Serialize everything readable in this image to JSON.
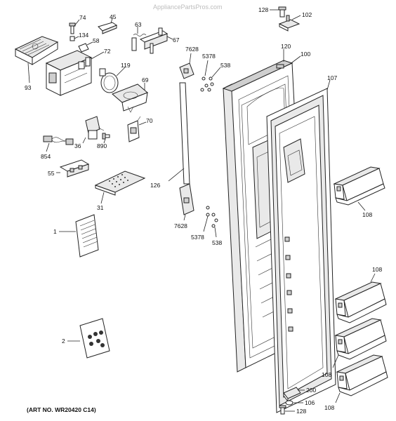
{
  "watermark": "AppliancePartsPros.com",
  "art_number": "(ART NO. WR20420 C14)",
  "labels": {
    "p74": "74",
    "p45": "45",
    "p58": "58",
    "p134": "134",
    "p63": "63",
    "p67": "67",
    "p72": "72",
    "p93": "93",
    "p119": "119",
    "p69": "69",
    "p70": "70",
    "p36": "36",
    "p890": "890",
    "p854": "854",
    "p55": "55",
    "p31": "31",
    "p1": "1",
    "p2": "2",
    "p7628a": "7628",
    "p5378a": "5378",
    "p538a": "538",
    "p126": "126",
    "p7628b": "7628",
    "p5378b": "5378",
    "p538b": "538",
    "p128a": "128",
    "p102": "102",
    "p120": "120",
    "p100": "100",
    "p107": "107",
    "p108a": "108",
    "p108b": "108",
    "p108c": "108",
    "p108d": "108",
    "p200": "200",
    "p106": "106",
    "p128b": "128"
  },
  "colors": {
    "line": "#222222",
    "fill": "#ffffff",
    "shade": "#e9e9e9",
    "watermark": "#bdbdbd"
  }
}
